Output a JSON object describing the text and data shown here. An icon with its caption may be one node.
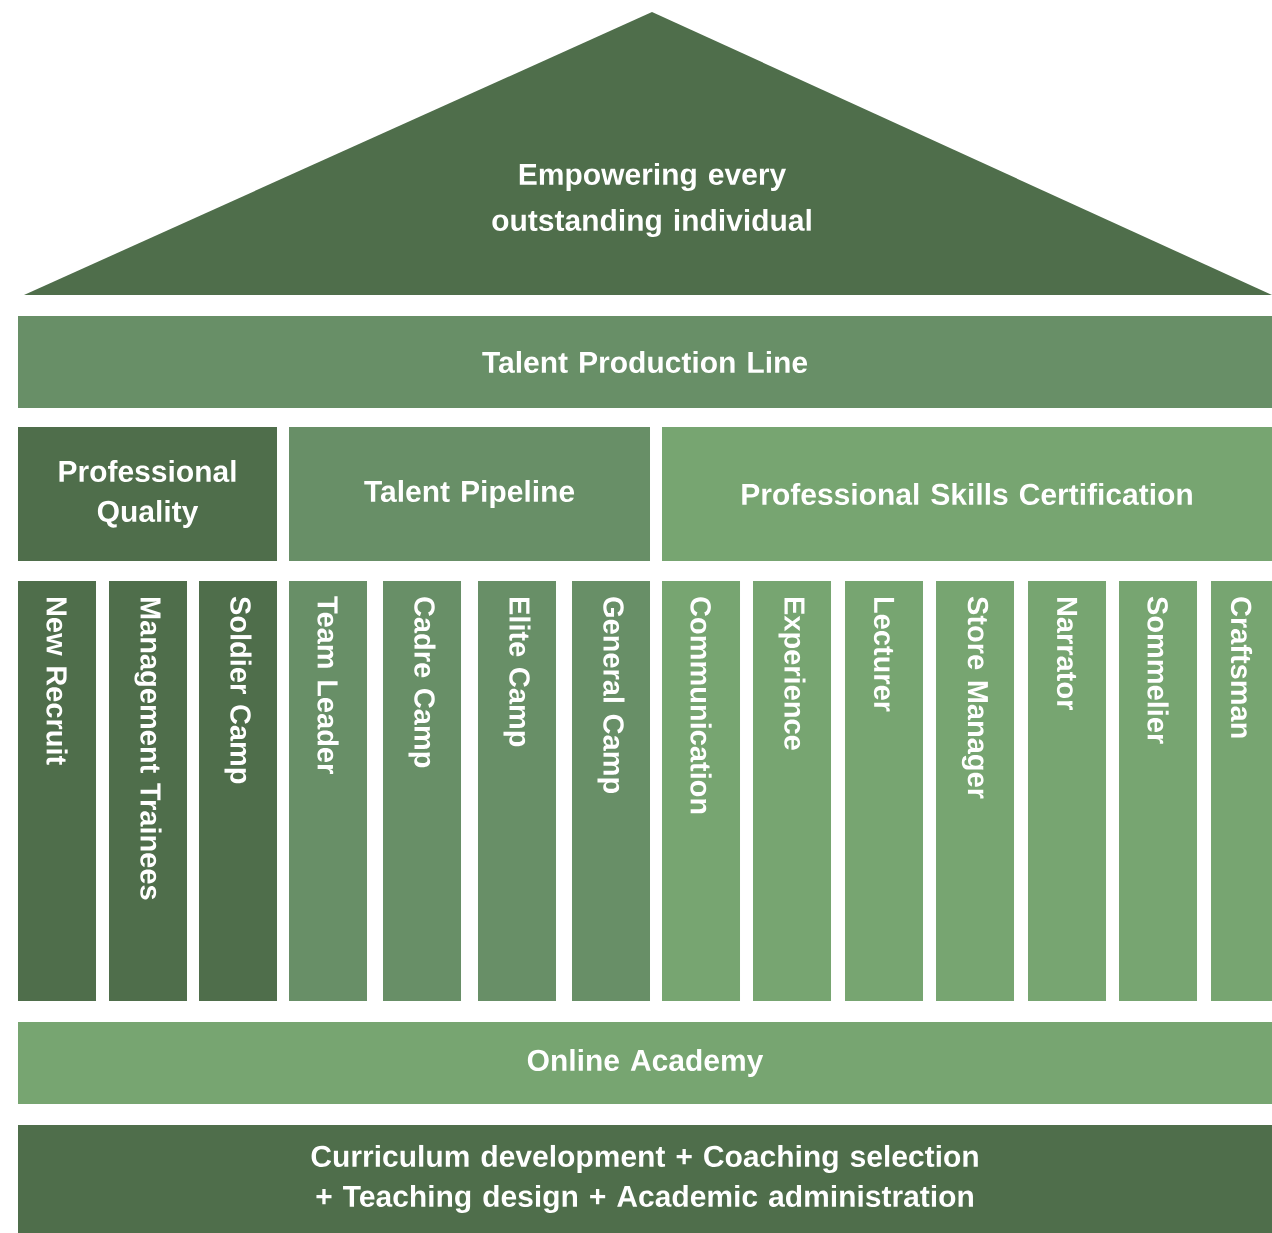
{
  "diagram": {
    "nodes": [
      {
        "text": [
          "Empowering every outstanding individual"
        ]
      },
      {
        "text": [
          "Talent Production Line"
        ]
      },
      {
        "text": [
          "Professional Quality"
        ]
      },
      {
        "text": [
          "Talent Pipeline"
        ]
      },
      {
        "text": [
          "Professional Skills Certification"
        ]
      },
      {
        "text": [
          "New Recruit"
        ]
      },
      {
        "text": [
          "Management Trainees"
        ]
      },
      {
        "text": [
          "Soldier Camp"
        ]
      },
      {
        "text": [
          "Team Leader"
        ]
      },
      {
        "text": [
          "Cadre Camp"
        ]
      },
      {
        "text": [
          "Elite Camp"
        ]
      },
      {
        "text": [
          "General Camp"
        ]
      },
      {
        "text": [
          "Communication"
        ]
      },
      {
        "text": [
          "Experience"
        ]
      },
      {
        "text": [
          "Lecturer"
        ]
      },
      {
        "text": [
          "Store Manager"
        ]
      },
      {
        "text": [
          "Narrator"
        ]
      },
      {
        "text": [
          "Sommelier"
        ]
      },
      {
        "text": [
          "Craftsman"
        ]
      },
      {
        "text": [
          "Online Academy"
        ]
      },
      {
        "text": [
          "Curriculum development + Coaching selection + Teaching design + Academic administration"
        ]
      }
    ]
  }
}
